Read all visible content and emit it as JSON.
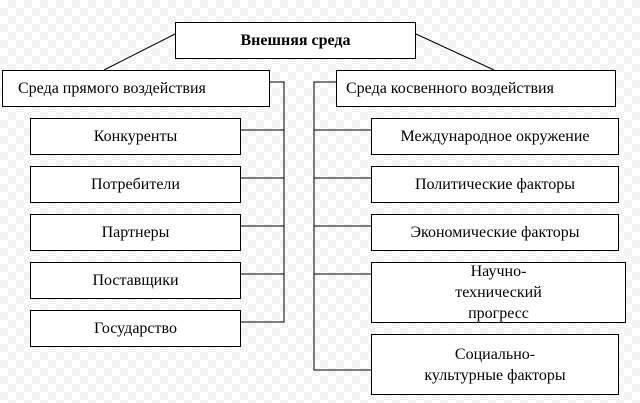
{
  "diagram": {
    "root": {
      "label": "Внешняя среда"
    },
    "branches": [
      {
        "label": "Среда прямого воздействия",
        "children": [
          {
            "label": "Конкуренты"
          },
          {
            "label": "Потребители"
          },
          {
            "label": "Партнеры"
          },
          {
            "label": "Поставщики"
          },
          {
            "label": "Государство"
          }
        ]
      },
      {
        "label": "Среда косвенного воздействия",
        "children": [
          {
            "label": "Международное окружение"
          },
          {
            "label": "Политические факторы"
          },
          {
            "label": "Экономические факторы"
          },
          {
            "label": "Научно-технический прогресс"
          },
          {
            "label": "Социально-культурные факторы"
          }
        ]
      }
    ]
  }
}
